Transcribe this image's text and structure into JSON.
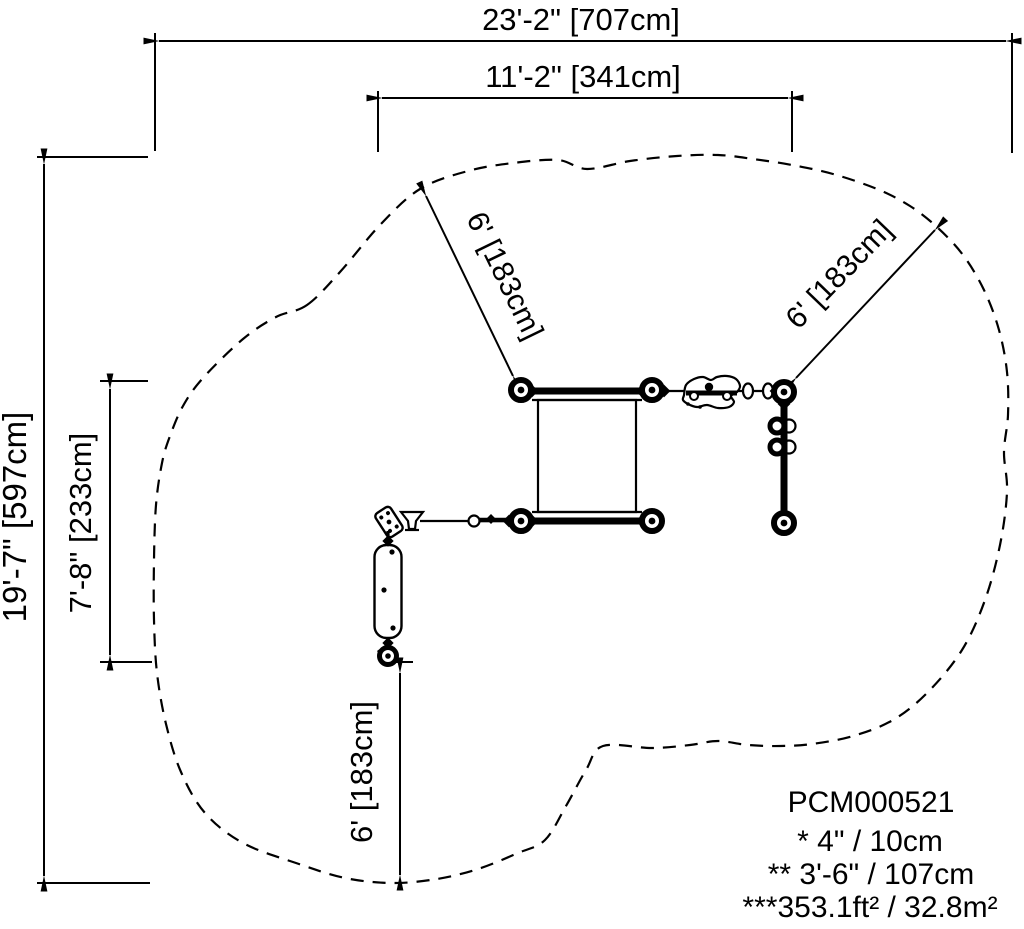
{
  "drawing": {
    "dimensions": {
      "overall_width": "23'-2\" [707cm]",
      "inner_width": "11'-2\" [341cm]",
      "overall_depth": "19'-7\" [597cm]",
      "inner_depth": "7'-8\" [233cm]",
      "use_zone_top_left": "6' [183cm]",
      "use_zone_top_right": "6' [183cm]",
      "use_zone_bottom": "6' [183cm]"
    },
    "title_block": {
      "model": "PCM000521",
      "note_1": "* 4\" / 10cm",
      "note_2": "** 3'-6\" / 107cm",
      "note_3": "***353.1ft² / 32.8m²"
    },
    "colors": {
      "line": "#000000",
      "background": "#ffffff"
    }
  }
}
